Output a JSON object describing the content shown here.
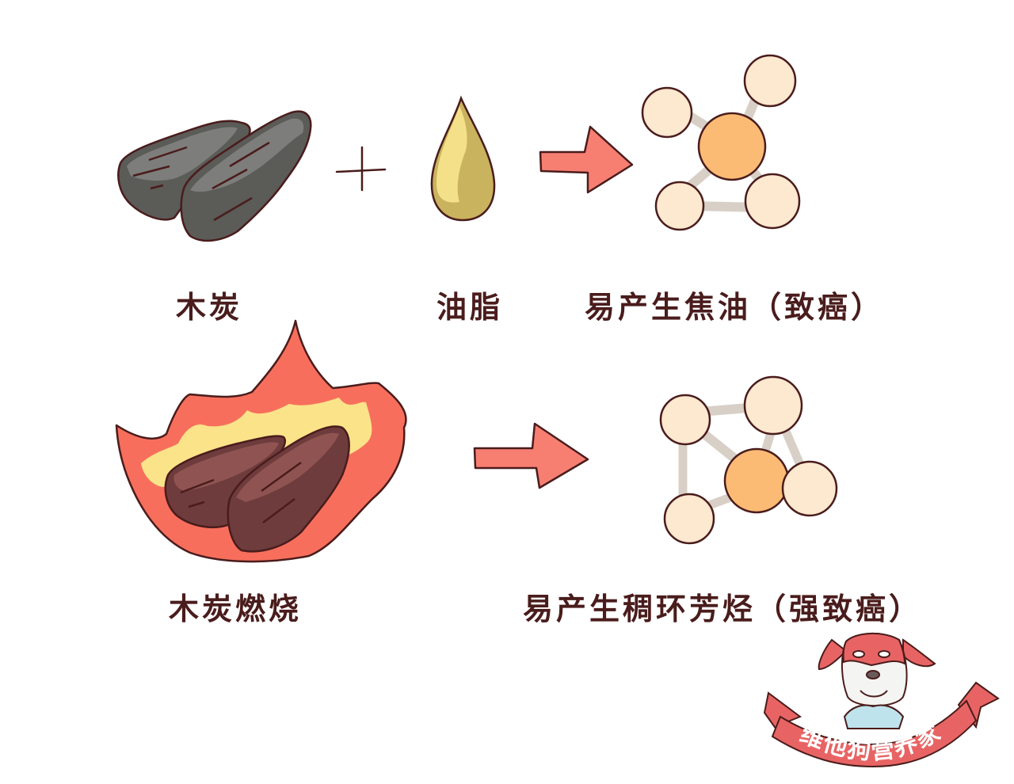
{
  "row1": {
    "charcoal_label": "木炭",
    "operator": "+",
    "fat_label": "油脂",
    "result_label": "易产生焦油（致癌）"
  },
  "row2": {
    "burning_label": "木炭燃烧",
    "result_label": "易产生稠环芳烃（强致癌）"
  },
  "watermark": {
    "ribbon_text": "维他狗营养家"
  },
  "colors": {
    "background": "#ffffff",
    "outline": "#4a1c1c",
    "text": "#4a1c1c",
    "charcoal_light": "#7d7d7b",
    "charcoal_dark": "#5b5b58",
    "oil_light": "#f5e08a",
    "oil_dark": "#c9b35e",
    "arrow": "#f77f72",
    "atom_center": "#fbbb74",
    "atom_outer": "#fde8d0",
    "bond": "#d8d0c6",
    "flame_outer": "#f76f5c",
    "flame_inner": "#fbe389",
    "burning_charcoal": "#8f5452",
    "burning_charcoal_dark": "#6e3c3c",
    "mascot_red": "#e86464",
    "mascot_shirt": "#bfe3ec"
  },
  "icons": {
    "charcoal": "charcoal-icon",
    "plus": "plus-icon",
    "oil_drop": "oil-drop-icon",
    "arrow": "arrow-right-icon",
    "molecule_tar": "molecule-tar-icon",
    "flame": "flame-icon",
    "molecule_pah": "molecule-pah-icon",
    "mascot": "dog-mascot-icon"
  }
}
